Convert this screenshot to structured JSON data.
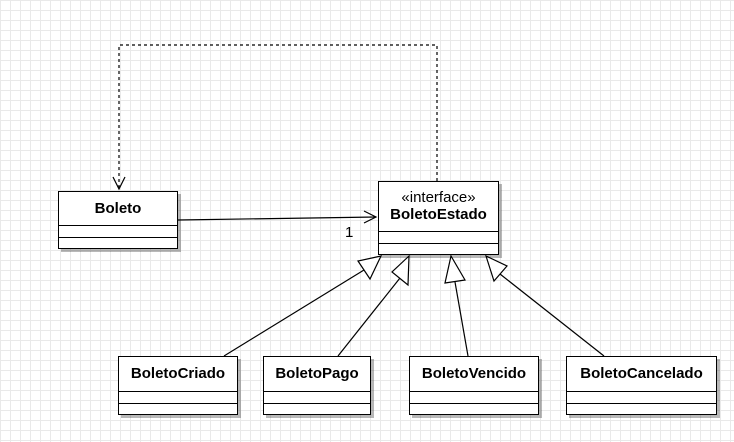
{
  "diagram": {
    "classes": {
      "boleto": {
        "name": "Boleto"
      },
      "estado": {
        "stereotype": "«interface»",
        "name": "BoletoEstado"
      },
      "criado": {
        "name": "BoletoCriado"
      },
      "pago": {
        "name": "BoletoPago"
      },
      "vencido": {
        "name": "BoletoVencido"
      },
      "cancelado": {
        "name": "BoletoCancelado"
      }
    },
    "association": {
      "multiplicity": "1"
    }
  }
}
